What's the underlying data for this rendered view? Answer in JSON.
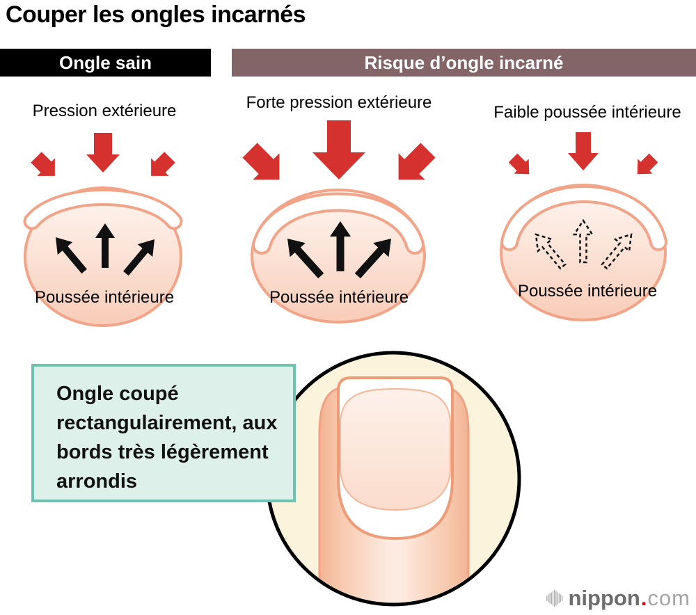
{
  "title": "Couper les ongles incarnés",
  "headers": {
    "healthy": "Ongle sain",
    "risk": "Risque d’ongle incarné"
  },
  "panels": [
    {
      "id": "healthy-nail",
      "top_label": "Pression extérieure",
      "bottom_label": "Poussée intérieure"
    },
    {
      "id": "strong-pressure",
      "top_label": "Forte pression extérieure",
      "bottom_label": "Poussée intérieure"
    },
    {
      "id": "weak-push",
      "top_label": "Faible poussée intérieure",
      "bottom_label": "Poussée intérieure"
    }
  ],
  "callout": {
    "text": "Ongle coupé rectangulairement, aux bords très légèrement arrondis"
  },
  "logo": {
    "name": "nippon",
    "dot": ".",
    "tld": "com"
  },
  "colors": {
    "accent_red": "#d5322f",
    "header_black": "#000000",
    "header_mauve": "#836467",
    "skin_outline": "#f2a488",
    "callout_bg": "#ddf0ea",
    "callout_border": "#6fc2b2",
    "detail_circle_bg": "#fcf3dc",
    "logo_red": "#e60012"
  }
}
